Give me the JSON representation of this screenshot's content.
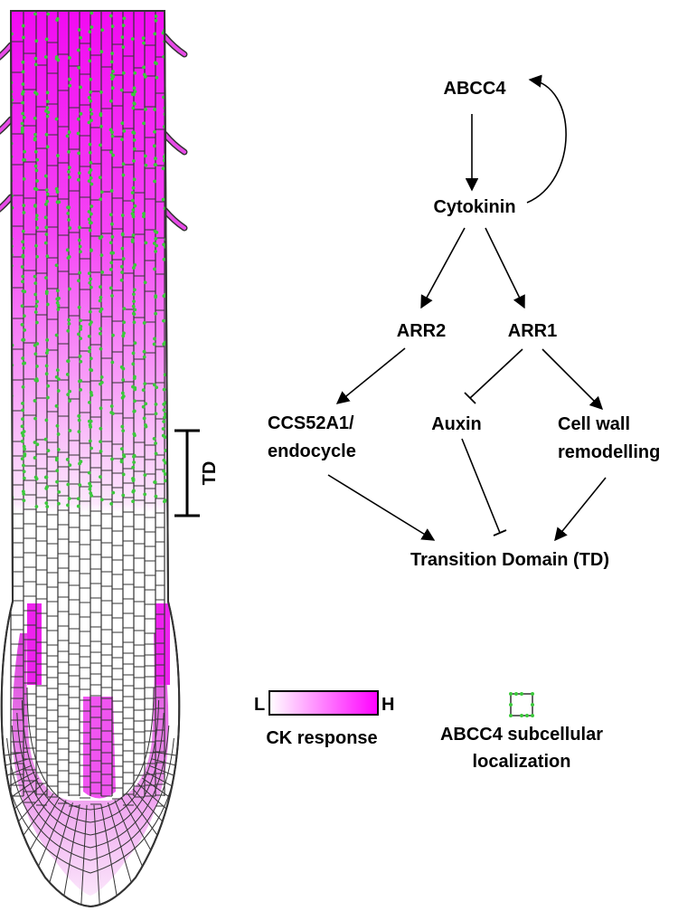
{
  "colors": {
    "ck_high": "#ff00ff",
    "ck_low": "#ffffff",
    "abcc4_dots": "#3cc83c",
    "cell_outline": "#333333"
  },
  "td_bracket_label": "TD",
  "nodes": {
    "abcc4": "ABCC4",
    "cytokinin": "Cytokinin",
    "arr2": "ARR2",
    "arr1": "ARR1",
    "ccs52a1_line1": "CCS52A1/",
    "ccs52a1_line2": "endocycle",
    "auxin": "Auxin",
    "cellwall_line1": "Cell wall",
    "cellwall_line2": "remodelling",
    "transition_domain": "Transition Domain (TD)"
  },
  "edges": [
    {
      "from": "abcc4",
      "to": "cytokinin",
      "type": "activation"
    },
    {
      "from": "cytokinin",
      "to": "abcc4",
      "type": "activation"
    },
    {
      "from": "cytokinin",
      "to": "arr2",
      "type": "activation"
    },
    {
      "from": "cytokinin",
      "to": "arr1",
      "type": "activation"
    },
    {
      "from": "arr2",
      "to": "ccs52a1",
      "type": "activation"
    },
    {
      "from": "arr1",
      "to": "auxin",
      "type": "inhibition"
    },
    {
      "from": "arr1",
      "to": "cellwall",
      "type": "activation"
    },
    {
      "from": "ccs52a1",
      "to": "transition_domain",
      "type": "activation"
    },
    {
      "from": "auxin",
      "to": "transition_domain",
      "type": "inhibition"
    },
    {
      "from": "cellwall",
      "to": "transition_domain",
      "type": "activation"
    }
  ],
  "legend": {
    "scale_low": "L",
    "scale_high": "H",
    "scale_label": "CK response",
    "abcc4_line1": "ABCC4 subcellular",
    "abcc4_line2": "localization"
  }
}
